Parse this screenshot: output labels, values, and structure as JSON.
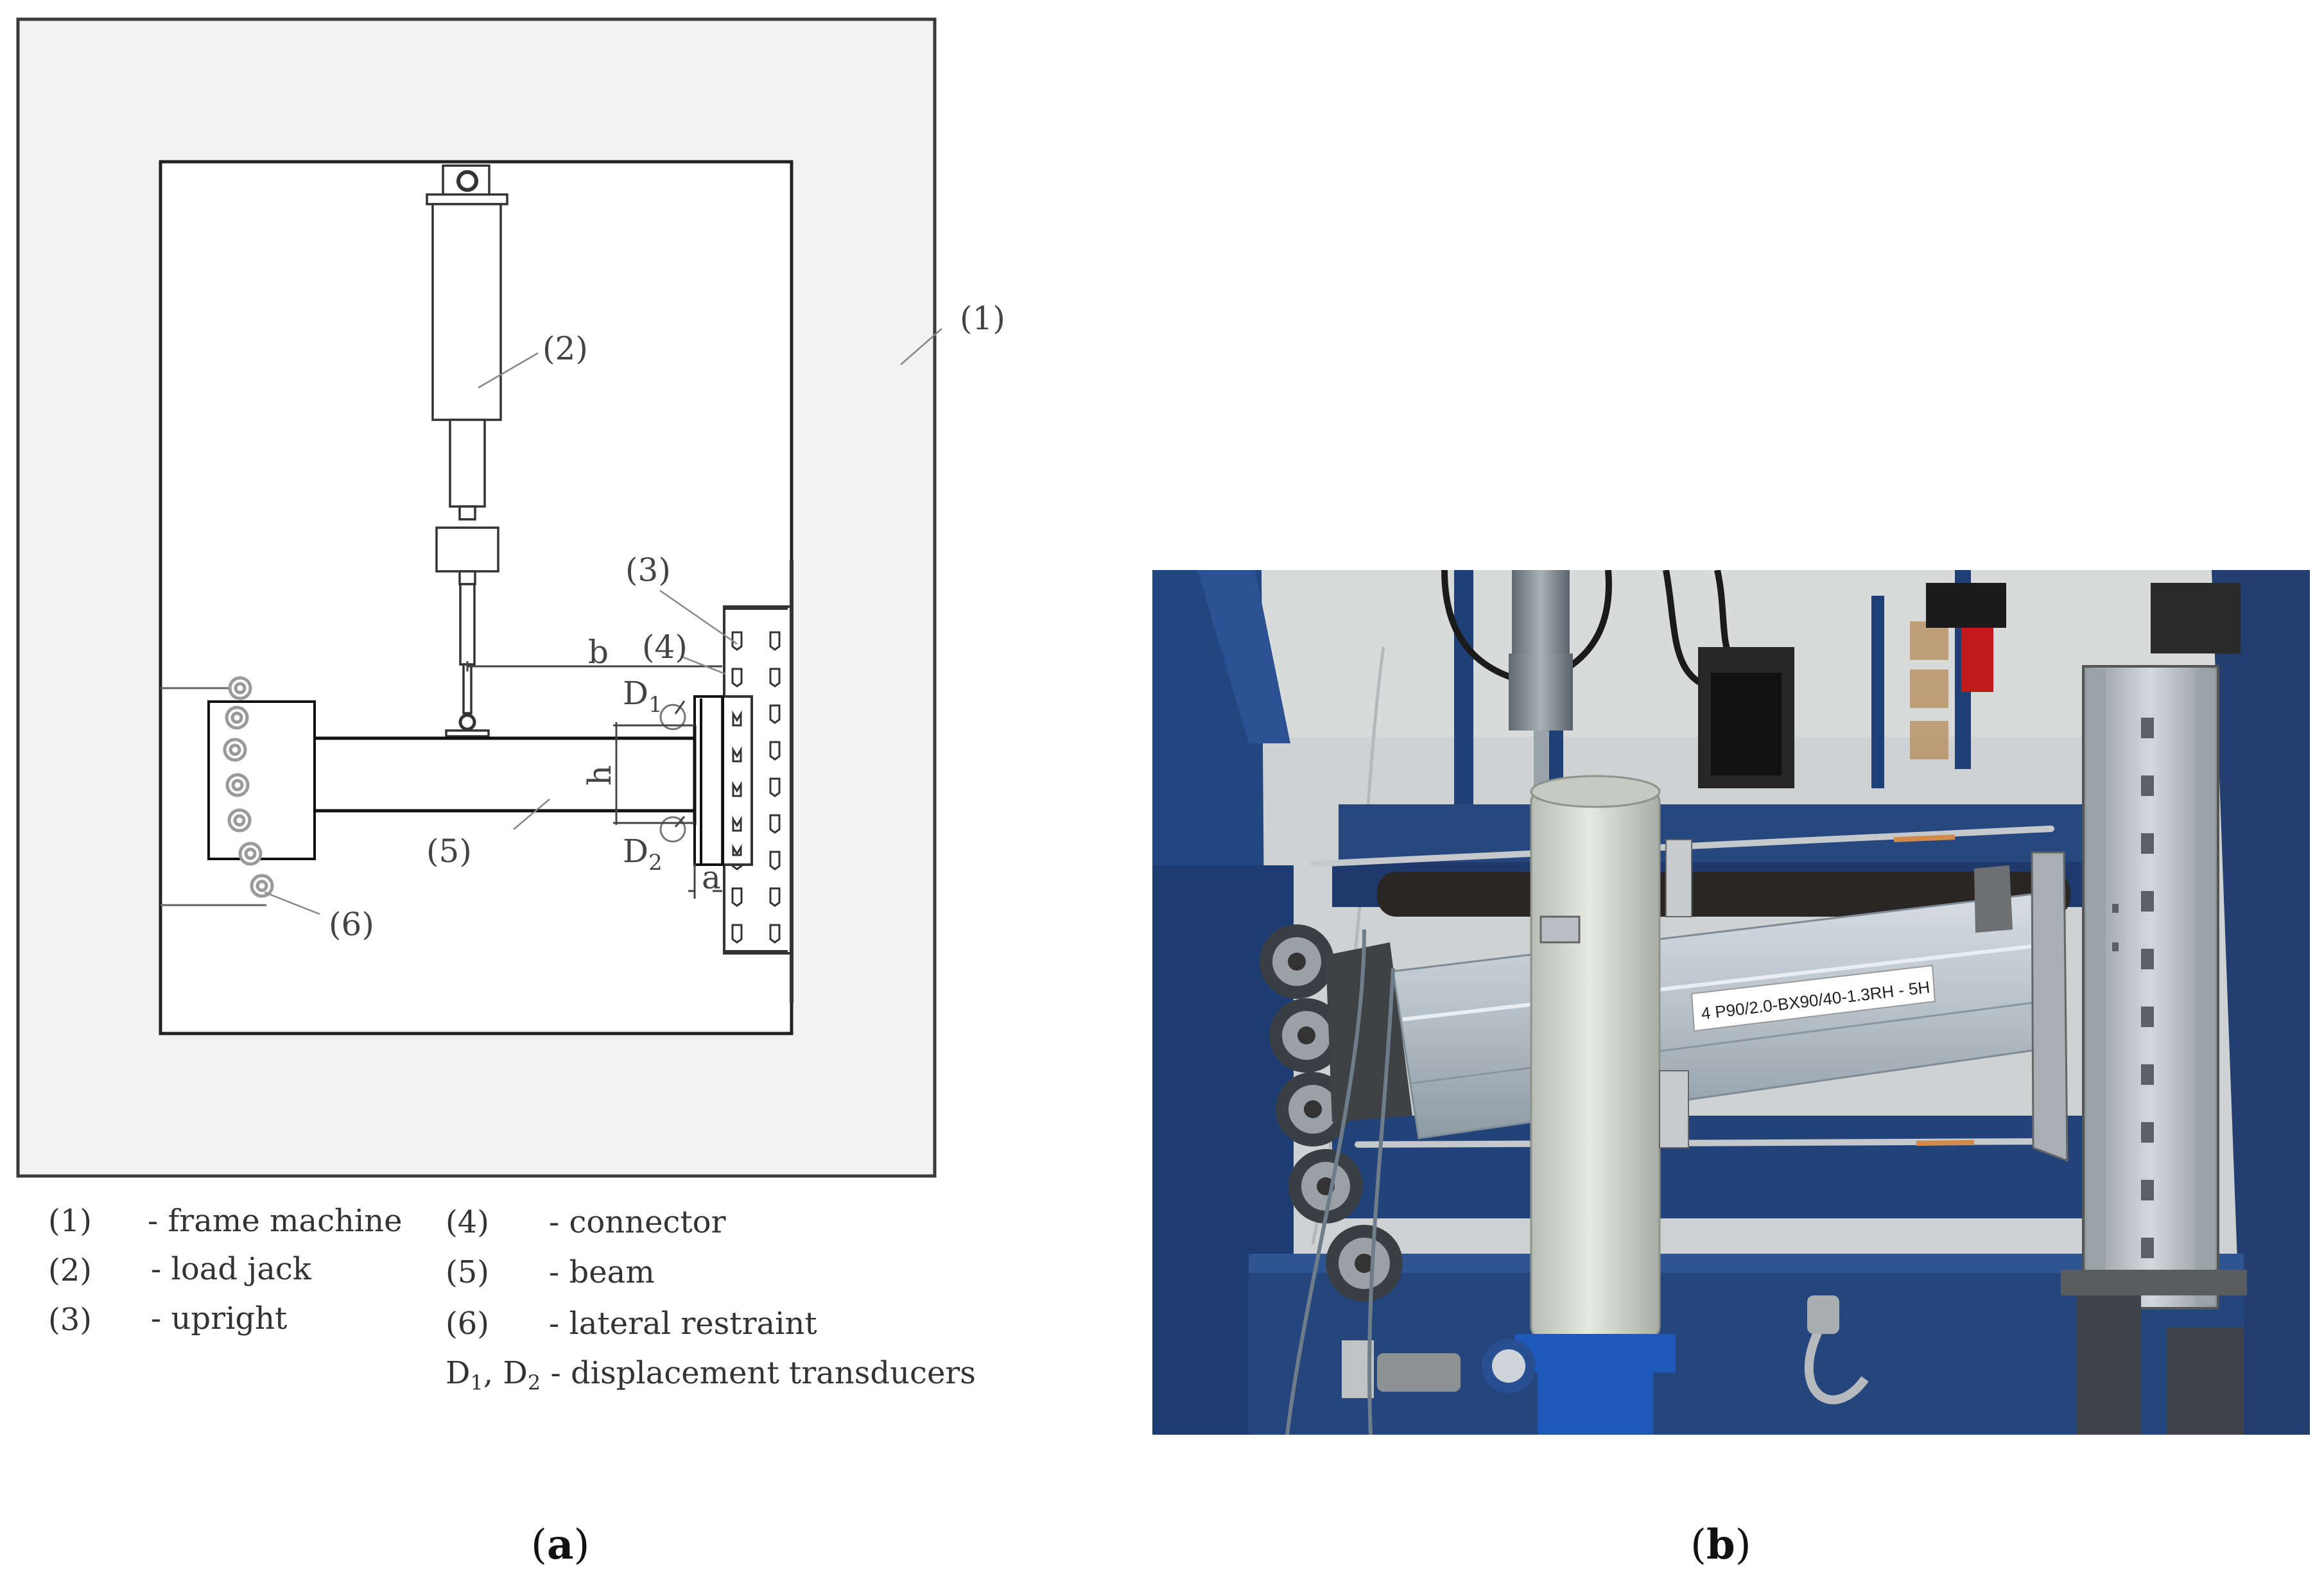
{
  "figure": {
    "panel_a": {
      "callouts": {
        "frame": "(1)",
        "jack": "(2)",
        "upright": "(3)",
        "connector": "(4)",
        "beam": "(5)",
        "restraint": "(6)",
        "b": "b",
        "h": "h",
        "a": "a",
        "d1_letter": "D",
        "d1_sub": "1",
        "d2_letter": "D",
        "d2_sub": "2"
      },
      "legend": [
        {
          "num": "(1)",
          "text": "- frame machine"
        },
        {
          "num": "(2)",
          "text": "- load jack"
        },
        {
          "num": "(3)",
          "text": "- upright"
        },
        {
          "num": "(4)",
          "text": "- connector"
        },
        {
          "num": "(5)",
          "text": "- beam"
        },
        {
          "num": "(6)",
          "text": "- lateral restraint"
        }
      ],
      "transducer_legend": {
        "d_letter": "D",
        "d1_sub": "1",
        "sep": ", ",
        "d2_sub": "2",
        "text": " - displacement transducers"
      },
      "caption_letter": "a"
    },
    "panel_b": {
      "beam_label": "4 P90/2.0-BX90/40-1.3RH - 5H",
      "caption_letter": "b"
    }
  }
}
